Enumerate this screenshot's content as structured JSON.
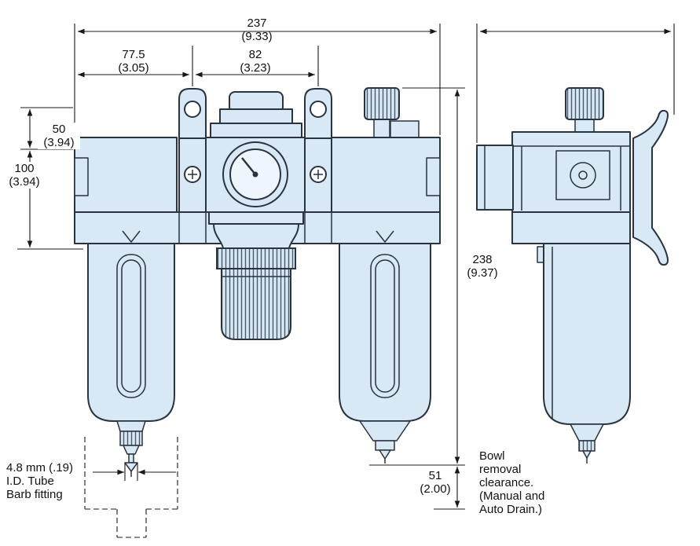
{
  "title": "FRL assembly dimension drawing",
  "dims": {
    "overall_width_mm": "237",
    "overall_width_in": "(9.33)",
    "left_span_mm": "77.5",
    "left_span_in": "(3.05)",
    "mid_span_mm": "82",
    "mid_span_in": "(3.23)",
    "upper_height_mm": "50",
    "upper_height_in": "(3.94)",
    "body_height_mm": "100",
    "body_height_in": "(3.94)",
    "overall_height_mm": "238",
    "overall_height_in": "(9.37)",
    "clearance_mm": "51",
    "clearance_in": "(2.00)"
  },
  "notes": {
    "barb_line1": "4.8 mm (.19)",
    "barb_line2": "I.D. Tube",
    "barb_line3": "Barb fitting",
    "bowl_line1": "Bowl",
    "bowl_line2": "removal",
    "bowl_line3": "clearance.",
    "bowl_line4": "(Manual and",
    "bowl_line5": "Auto Drain.)"
  },
  "colors": {
    "part_fill": "#d8e8f5",
    "outline": "#2a3340",
    "dim_line": "#15181c"
  }
}
